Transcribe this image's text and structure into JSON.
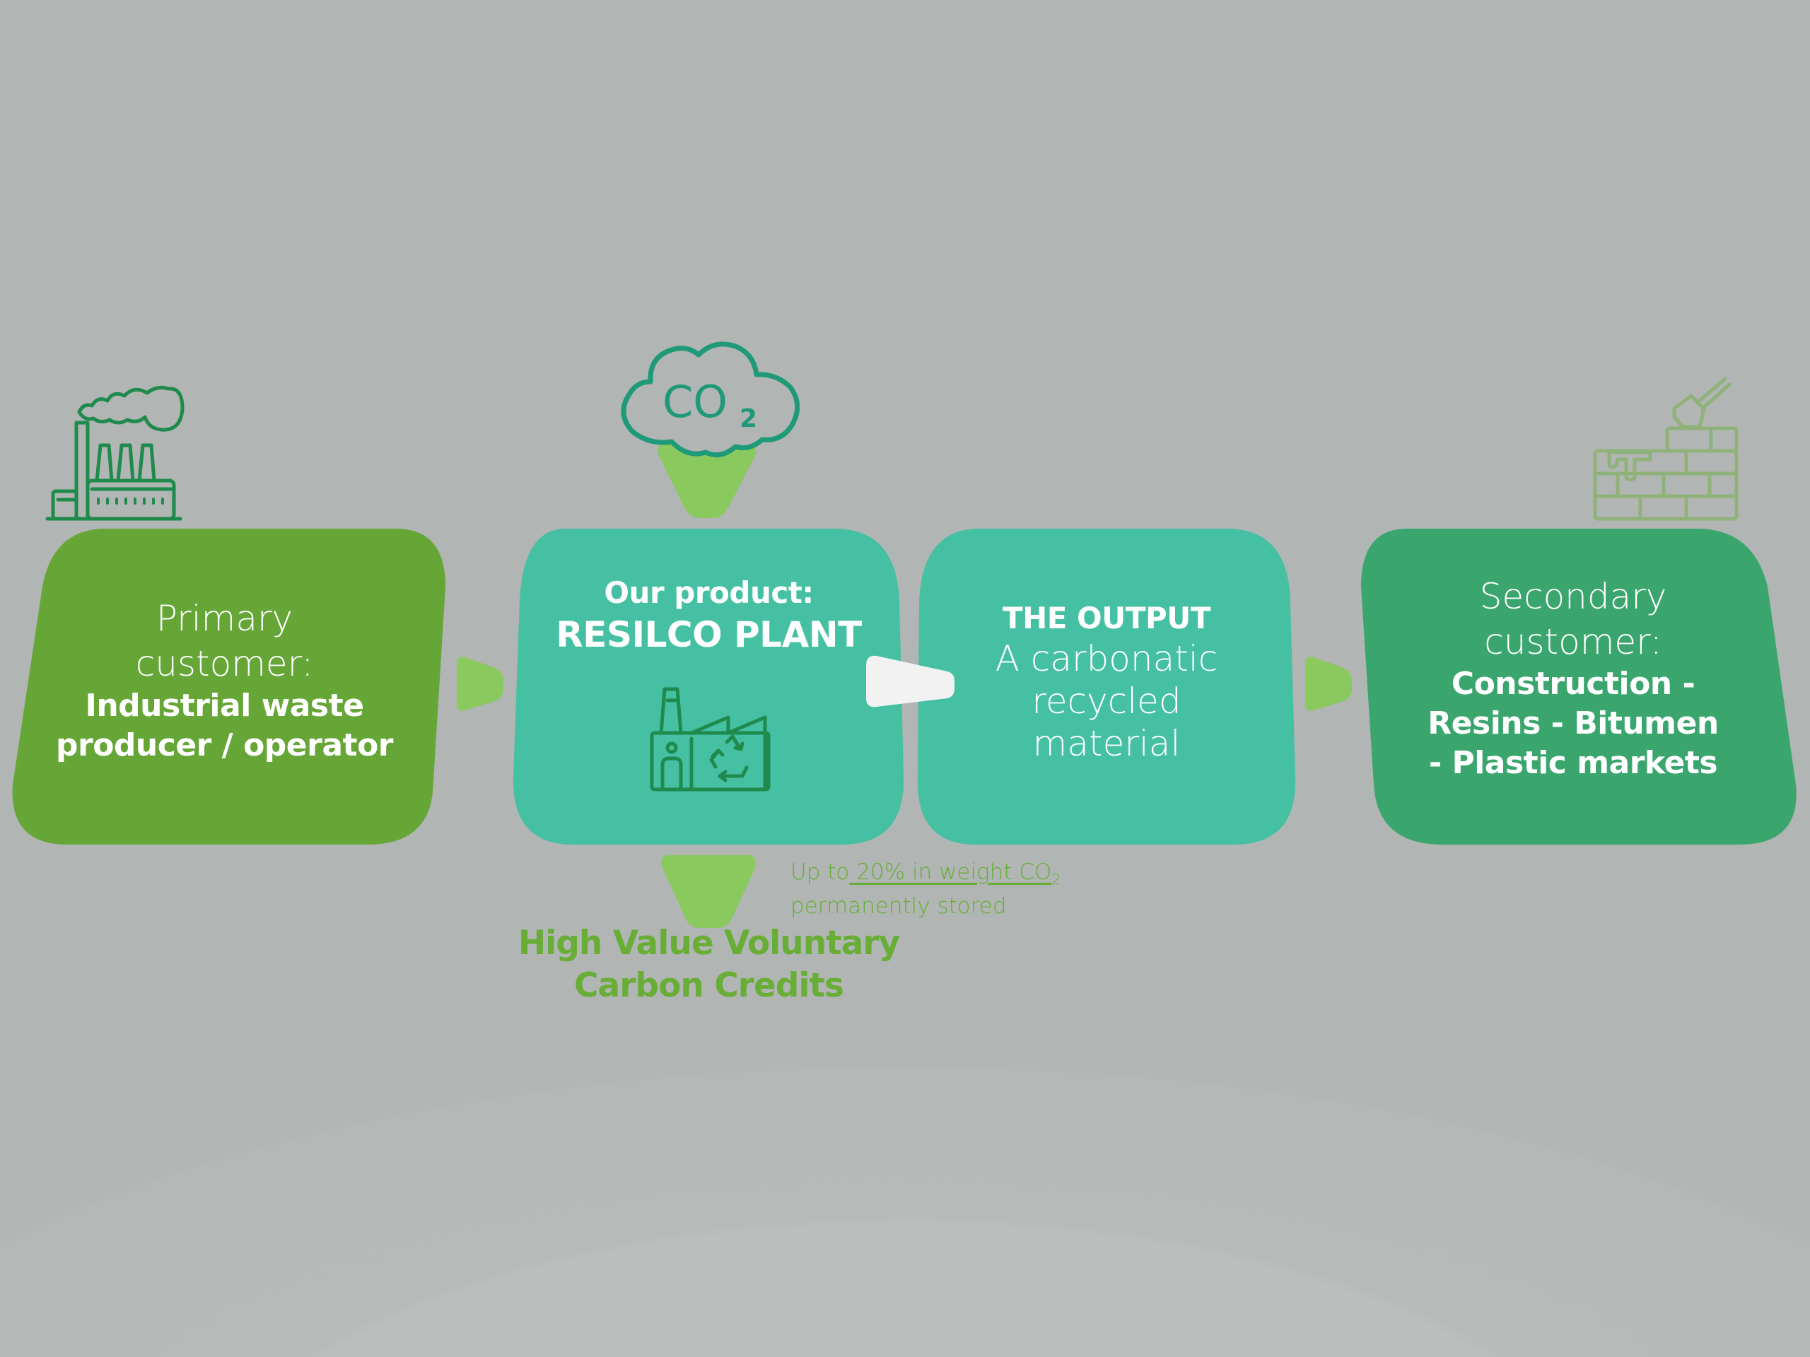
{
  "colors": {
    "background": "#b1b5b3",
    "primary_box": "#65a637",
    "teal_box": "#45c0a3",
    "secondary_box": "#3aa66e",
    "arrow_light_green": "#89c95d",
    "arrow_white": "#f2f2f2",
    "icon_dark_green": "#1e8a4c",
    "icon_teal": "#1f9a78",
    "icon_pale_green": "#8fb27a",
    "credits_text": "#68ae36"
  },
  "steps": [
    {
      "id": "primary-customer",
      "icon": "factory-smoke-icon",
      "light_lines": [
        "Primary",
        "customer:"
      ],
      "bold_lines": [
        "Industrial waste",
        "producer / operator"
      ]
    },
    {
      "id": "our-product",
      "icon": "recycling-plant-icon",
      "bold_lines": [
        "Our product:",
        "RESILCO PLANT"
      ]
    },
    {
      "id": "the-output",
      "bold_lines": [
        "THE OUTPUT"
      ],
      "light_lines": [
        "A carbonatic",
        "recycled",
        "material"
      ]
    },
    {
      "id": "secondary-customer",
      "icon": "brick-wall-trowel-icon",
      "light_lines": [
        "Secondary",
        "customer:"
      ],
      "bold_lines": [
        "Construction -",
        "Resins - Bitumen",
        "- Plastic markets"
      ]
    }
  ],
  "co2_cloud": {
    "label": "CO",
    "subscript": "2",
    "icon": "co2-cloud-icon"
  },
  "storage_note": {
    "prefix": "Up to",
    "highlight": " 20% in weight CO",
    "highlight_sub": "2",
    "line2": "permanently stored"
  },
  "credits": {
    "lines": [
      "High Value Voluntary",
      "Carbon Credits"
    ]
  }
}
